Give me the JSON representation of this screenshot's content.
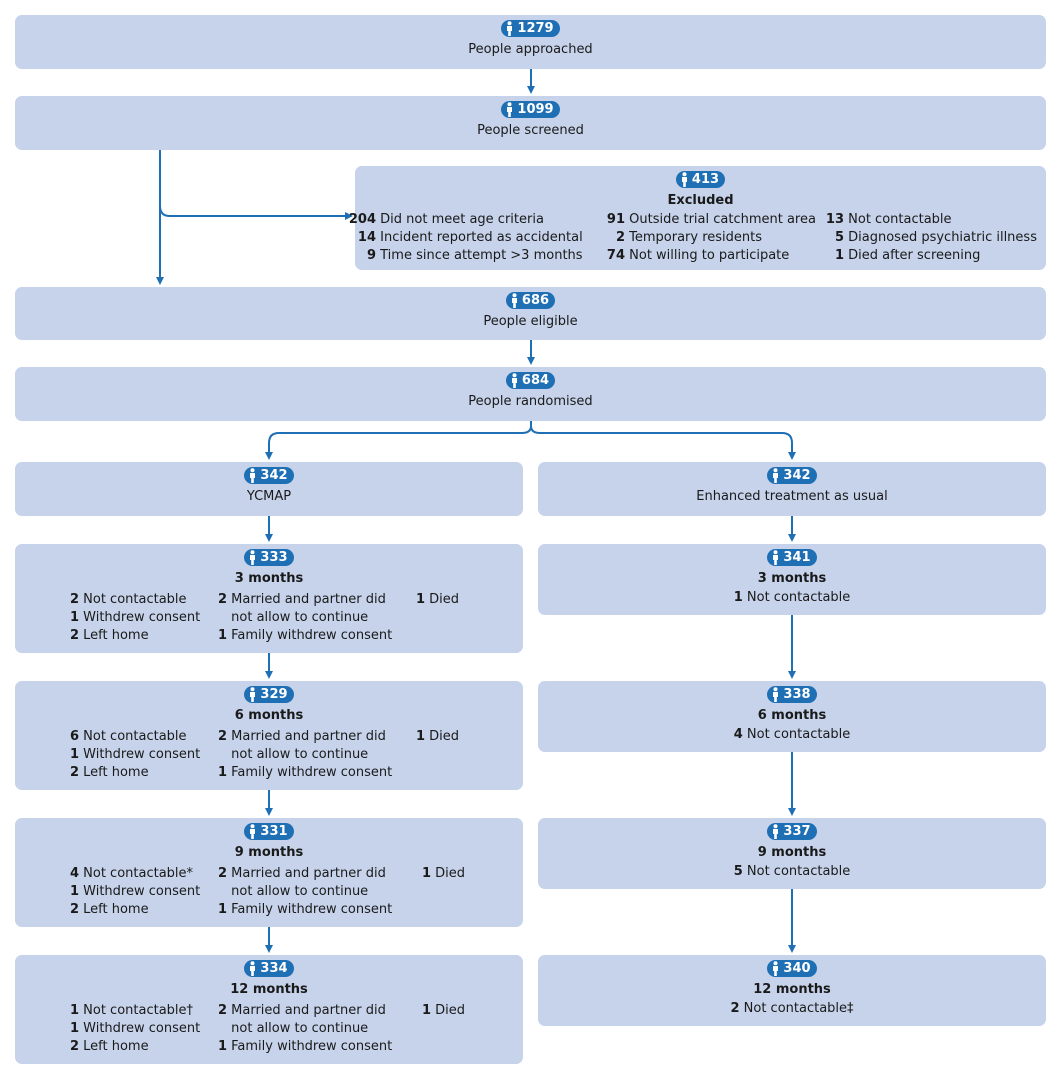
{
  "approached": {
    "count": "1279",
    "label": "People approached"
  },
  "screened": {
    "count": "1099",
    "label": "People screened"
  },
  "excluded": {
    "count": "413",
    "label": "Excluded",
    "col1": [
      {
        "n": "204",
        "t": "Did not meet age criteria"
      },
      {
        "n": "14",
        "t": "Incident reported as accidental"
      },
      {
        "n": "9",
        "t": "Time since attempt >3 months"
      }
    ],
    "col2": [
      {
        "n": "91",
        "t": "Outside trial catchment area"
      },
      {
        "n": "2",
        "t": "Temporary residents"
      },
      {
        "n": "74",
        "t": "Not willing to participate"
      }
    ],
    "col3": [
      {
        "n": "13",
        "t": "Not contactable"
      },
      {
        "n": "5",
        "t": "Diagnosed psychiatric illness"
      },
      {
        "n": "1",
        "t": "Died after screening"
      }
    ]
  },
  "eligible": {
    "count": "686",
    "label": "People eligible"
  },
  "randomised": {
    "count": "684",
    "label": "People randomised"
  },
  "ycmap": {
    "count": "342",
    "label": "YCMAP",
    "followups": [
      {
        "count": "333",
        "label": "3 months",
        "nc": "2",
        "nc_label": "Not contactable",
        "wd": "1",
        "wd_label": "Withdrew consent",
        "lh": "2",
        "lh_label": "Left home",
        "mp": "2",
        "mp_label1": "Married and partner did",
        "mp_label2": "not allow to continue",
        "fw": "1",
        "fw_label": "Family withdrew consent",
        "d": "1",
        "d_label": "Died"
      },
      {
        "count": "329",
        "label": "6 months",
        "nc": "6",
        "nc_label": "Not contactable",
        "wd": "1",
        "wd_label": "Withdrew consent",
        "lh": "2",
        "lh_label": "Left home",
        "mp": "2",
        "mp_label1": "Married and partner did",
        "mp_label2": "not allow to continue",
        "fw": "1",
        "fw_label": "Family withdrew consent",
        "d": "1",
        "d_label": "Died"
      },
      {
        "count": "331",
        "label": "9 months",
        "nc": "4",
        "nc_label": "Not contactable*",
        "wd": "1",
        "wd_label": "Withdrew consent",
        "lh": "2",
        "lh_label": "Left home",
        "mp": "2",
        "mp_label1": "Married and partner did",
        "mp_label2": "not allow to continue",
        "fw": "1",
        "fw_label": "Family withdrew consent",
        "d": "1",
        "d_label": "Died"
      },
      {
        "count": "334",
        "label": "12 months",
        "nc": "1",
        "nc_label": "Not contactable†",
        "wd": "1",
        "wd_label": "Withdrew consent",
        "lh": "2",
        "lh_label": "Left home",
        "mp": "2",
        "mp_label1": "Married and partner did",
        "mp_label2": "not allow to continue",
        "fw": "1",
        "fw_label": "Family withdrew consent",
        "d": "1",
        "d_label": "Died"
      }
    ]
  },
  "etau": {
    "count": "342",
    "label": "Enhanced treatment as usual",
    "followups": [
      {
        "count": "341",
        "label": "3 months",
        "n": "1",
        "t": "Not contactable"
      },
      {
        "count": "338",
        "label": "6 months",
        "n": "4",
        "t": "Not contactable"
      },
      {
        "count": "337",
        "label": "9 months",
        "n": "5",
        "t": "Not contactable"
      },
      {
        "count": "340",
        "label": "12 months",
        "n": "2",
        "t": "Not contactable‡"
      }
    ]
  },
  "colors": {
    "box": "#c6d3eb",
    "badge": "#1f6fb5",
    "arrow": "#1f6fb5"
  },
  "icon": "person-icon"
}
